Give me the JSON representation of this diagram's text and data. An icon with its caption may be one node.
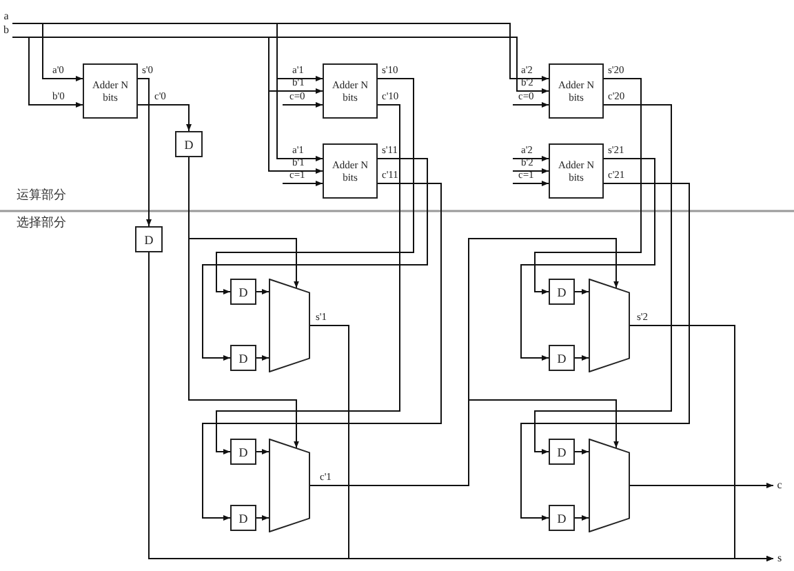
{
  "diagram": {
    "nodes": [
      {
        "text": [
          "a"
        ]
      },
      {
        "text": [
          "b"
        ]
      },
      {
        "text": [
          "Adder N bits"
        ]
      },
      {
        "text": [
          "Adder N bits"
        ]
      },
      {
        "text": [
          "Adder N bits"
        ]
      },
      {
        "text": [
          "D"
        ]
      },
      {
        "text": [
          "Adder N bits"
        ]
      },
      {
        "text": [
          "Adder N bits"
        ]
      },
      {
        "text": [
          "D"
        ]
      },
      {
        "text": [
          "D"
        ]
      },
      {
        "text": [],
        "shape": "trapezoid"
      },
      {
        "text": [
          "D"
        ]
      },
      {
        "text": [],
        "shape": "trapezoid"
      },
      {
        "text": [
          "D"
        ]
      },
      {
        "text": [
          "D"
        ]
      },
      {
        "text": [
          "D"
        ]
      },
      {
        "text": [],
        "shape": "trapezoid"
      },
      {
        "text": [
          "D"
        ]
      },
      {
        "text": [],
        "shape": "trapezoid"
      },
      {
        "text": [
          "c"
        ]
      },
      {
        "text": [
          "D"
        ]
      },
      {
        "text": [
          "D"
        ]
      },
      {
        "text": [
          "s"
        ]
      }
    ],
    "edges": [
      {
        "from": 0,
        "to": 2,
        "arrow": "to",
        "label": "a'0"
      },
      {
        "from": 1,
        "to": 2,
        "arrow": "to",
        "label": "b'0"
      },
      {
        "from": 0,
        "to": 3,
        "arrow": "to",
        "label": "a'1"
      },
      {
        "from": 1,
        "to": 3,
        "arrow": "to",
        "label": "b'1"
      },
      {
        "from": null,
        "to": 3,
        "arrow": "to",
        "label": "c=0"
      },
      {
        "from": 0,
        "to": 6,
        "arrow": "to",
        "label": "a'1"
      },
      {
        "from": 1,
        "to": 6,
        "arrow": "to",
        "label": "b'1"
      },
      {
        "from": null,
        "to": 6,
        "arrow": "to",
        "label": "c=1"
      },
      {
        "from": 0,
        "to": 4,
        "arrow": "to",
        "label": "a'2"
      },
      {
        "from": 1,
        "to": 4,
        "arrow": "to",
        "label": "b'2"
      },
      {
        "from": null,
        "to": 4,
        "arrow": "to",
        "label": "c=0"
      },
      {
        "from": null,
        "to": 7,
        "arrow": "to",
        "label": "a'2"
      },
      {
        "from": null,
        "to": 7,
        "arrow": "to",
        "label": "b'2"
      },
      {
        "from": null,
        "to": 7,
        "arrow": "to",
        "label": "c=1"
      },
      {
        "from": 2,
        "to": 8,
        "arrow": "to",
        "label": "s'0"
      },
      {
        "from": 2,
        "to": 5,
        "arrow": "to",
        "label": "c'0"
      },
      {
        "from": 3,
        "to": 9,
        "arrow": "to",
        "label": "s'10"
      },
      {
        "from": 3,
        "to": 15,
        "arrow": "to",
        "label": "c'10"
      },
      {
        "from": 6,
        "to": 13,
        "arrow": "to",
        "label": "s'11"
      },
      {
        "from": 6,
        "to": 20,
        "arrow": "to",
        "label": "c'11"
      },
      {
        "from": 4,
        "to": 11,
        "arrow": "to",
        "label": "s'20"
      },
      {
        "from": 4,
        "to": 17,
        "arrow": "to",
        "label": "c'20"
      },
      {
        "from": 7,
        "to": 14,
        "arrow": "to",
        "label": "s'21"
      },
      {
        "from": 7,
        "to": 21,
        "arrow": "to",
        "label": "c'21"
      },
      {
        "from": 9,
        "to": 10,
        "arrow": "to"
      },
      {
        "from": 13,
        "to": 10,
        "arrow": "to"
      },
      {
        "from": 15,
        "to": 16,
        "arrow": "to"
      },
      {
        "from": 20,
        "to": 16,
        "arrow": "to"
      },
      {
        "from": 11,
        "to": 12,
        "arrow": "to"
      },
      {
        "from": 14,
        "to": 12,
        "arrow": "to"
      },
      {
        "from": 17,
        "to": 18,
        "arrow": "to"
      },
      {
        "from": 21,
        "to": 18,
        "arrow": "to"
      },
      {
        "from": 5,
        "to": 10,
        "arrow": "to"
      },
      {
        "from": 5,
        "to": 16,
        "arrow": "to"
      },
      {
        "from": 8,
        "to": 22,
        "arrow": "to"
      },
      {
        "from": 10,
        "to": 22,
        "arrow": "to",
        "label": "s'1"
      },
      {
        "from": 16,
        "to": 12,
        "arrow": "to",
        "label": "c'1"
      },
      {
        "from": 16,
        "to": 18,
        "arrow": "to"
      },
      {
        "from": 12,
        "to": 22,
        "arrow": "to",
        "label": "s'2"
      },
      {
        "from": 18,
        "to": 19,
        "arrow": "to"
      }
    ],
    "labels": [
      "运算部分",
      "选择部分"
    ]
  }
}
